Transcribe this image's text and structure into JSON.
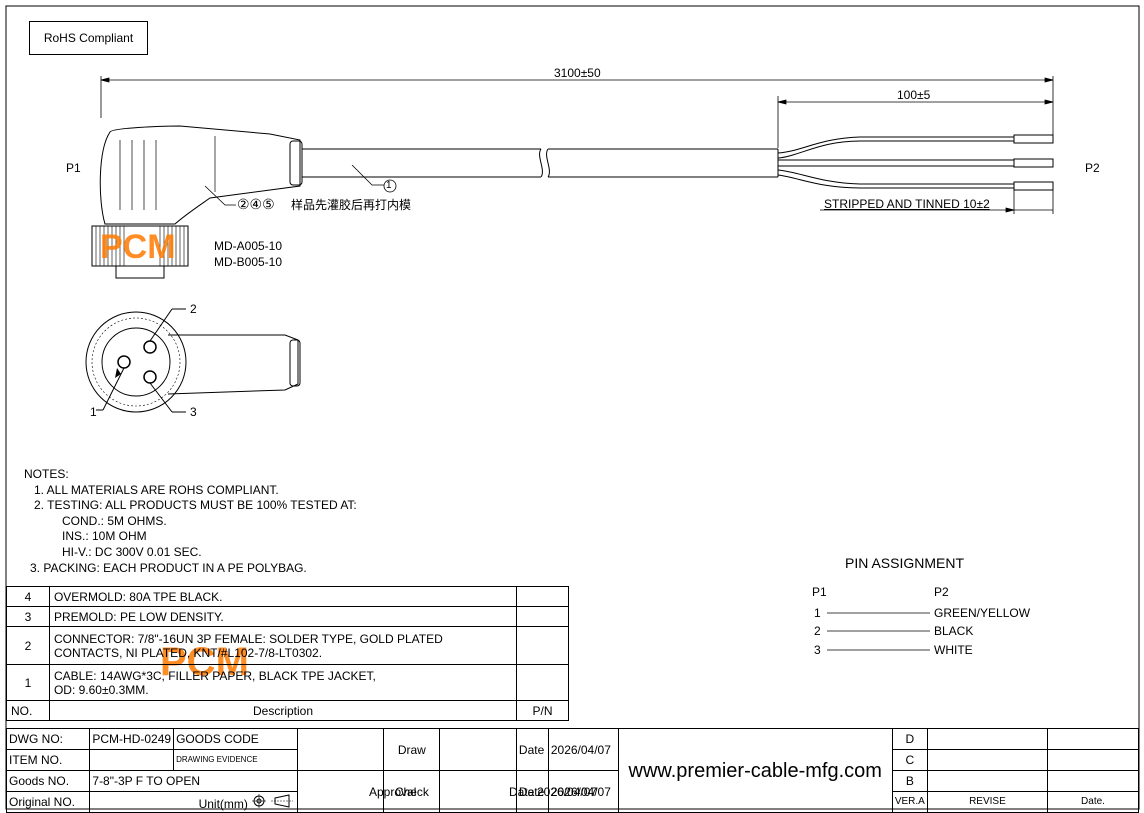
{
  "rohs_label": "RoHS Compliant",
  "dims": {
    "overall": "3100±50",
    "strip": "100±5",
    "stripped_note": "STRIPPED AND TINNED 10±2"
  },
  "callouts": {
    "cable": "1",
    "connector": "②④⑤",
    "chinese_note": "样品先灌胶后再打内模",
    "pin1": "1",
    "pin2": "2",
    "pin3": "3"
  },
  "ends": {
    "p1": "P1",
    "p2": "P2"
  },
  "model_codes": [
    "MD-A005-10",
    "MD-B005-10"
  ],
  "logo_text": "PCM",
  "notes": {
    "title": "NOTES:",
    "lines": [
      "1. ALL MATERIALS ARE ROHS COMPLIANT.",
      "2. TESTING: ALL PRODUCTS MUST BE 100% TESTED AT:",
      "COND.: 5M OHMS.",
      "INS.: 10M OHM",
      "HI-V.: DC 300V 0.01 SEC.",
      "3. PACKING: EACH PRODUCT IN A PE POLYBAG."
    ]
  },
  "bom": {
    "rows": [
      {
        "no": "4",
        "desc": "OVERMOLD: 80A TPE BLACK.",
        "pn": ""
      },
      {
        "no": "3",
        "desc": "PREMOLD: PE LOW DENSITY.",
        "pn": ""
      },
      {
        "no": "2",
        "desc": "CONNECTOR: 7/8\"-16UN 3P FEMALE: SOLDER TYPE, GOLD PLATED CONTACTS, NI PLATED, KNT/#L102-7/8-LT0302.",
        "pn": ""
      },
      {
        "no": "1",
        "desc": "CABLE: 14AWG*3C, FILLER PAPER, BLACK TPE JACKET, OD: 9.60±0.3MM.",
        "pn": ""
      }
    ],
    "header": {
      "no": "NO.",
      "desc": "Description",
      "pn": "P/N"
    }
  },
  "pin_assignment": {
    "title": "PIN  ASSIGNMENT",
    "col_p1": "P1",
    "col_p2": "P2",
    "rows": [
      {
        "p1": "1",
        "p2": "GREEN/YELLOW"
      },
      {
        "p1": "2",
        "p2": "BLACK"
      },
      {
        "p1": "3",
        "p2": "WHITE"
      }
    ]
  },
  "title_block": {
    "dwg_no_label": "DWG NO:",
    "dwg_no": "PCM-HD-0249",
    "goods_code_label": "GOODS CODE",
    "item_no_label": "ITEM NO.",
    "drawing_evidence": "DRAWING EVIDENCE",
    "goods_no_label": "Goods NO.",
    "goods_no": "7-8\"-3P F TO OPEN",
    "original_no_label": "Original NO.",
    "unit_label": "Unit(mm)",
    "draw": "Draw",
    "check": "Check",
    "approval": "Approval",
    "date_label": "Date",
    "date": "2026/04/07",
    "website": "www.premier-cable-mfg.com",
    "revs": [
      "D",
      "C",
      "B"
    ],
    "ver": "VER.A",
    "revise": "REVISE",
    "date_col": "Date."
  }
}
